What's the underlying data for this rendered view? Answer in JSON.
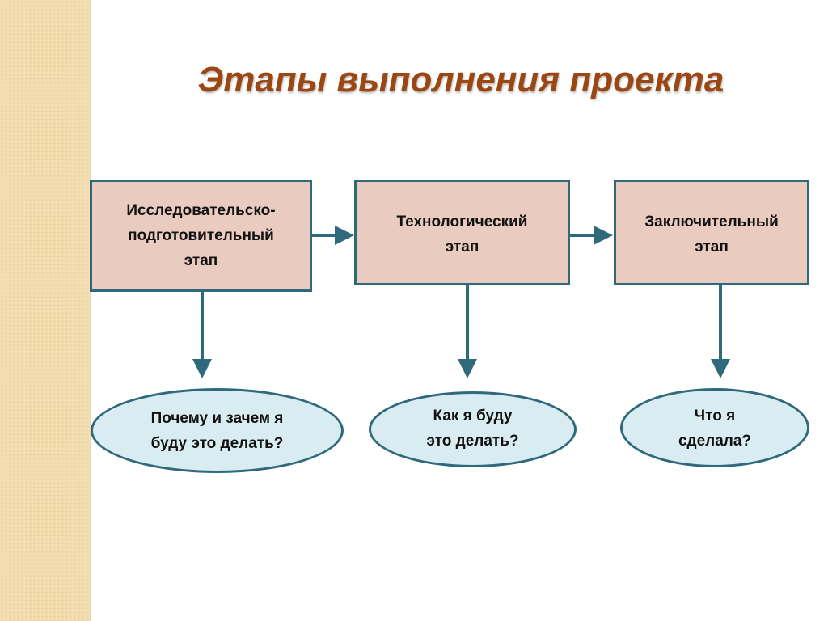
{
  "title": "Этапы выполнения проекта",
  "stages": [
    {
      "label": "Исследовательско-\nподготовительный\nэтап",
      "question": "Почему и зачем я\nбуду это делать?"
    },
    {
      "label": "Технологический\nэтап",
      "question": "Как я буду\nэто делать?"
    },
    {
      "label": "Заключительный\nэтап",
      "question": "Что я\nсделала?"
    }
  ],
  "colors": {
    "title": "#9a4714",
    "box_fill": "#eacbc0",
    "ellipse_fill": "#d9ecf2",
    "stroke": "#2f6a7c",
    "side_strip": "#f3deb2"
  }
}
